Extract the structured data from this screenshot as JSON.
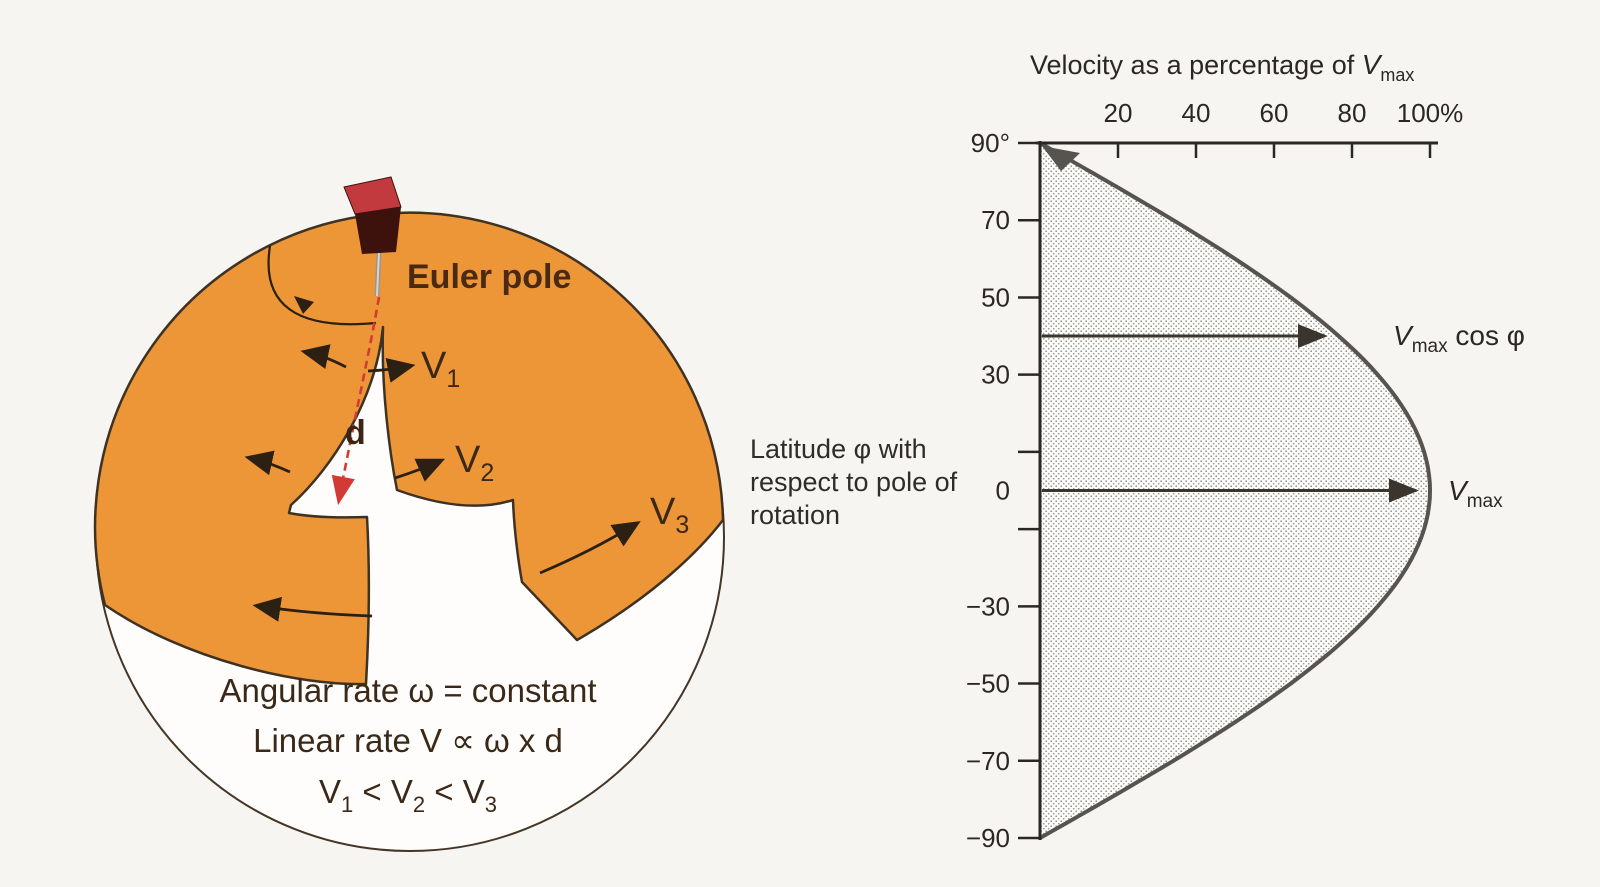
{
  "page": {
    "background": "#f7f5f2"
  },
  "diagram": {
    "euler_pole_label": "Euler pole",
    "d_label": "d",
    "v1": {
      "base": "V",
      "sub": "1"
    },
    "v2": {
      "base": "V",
      "sub": "2"
    },
    "v3": {
      "base": "V",
      "sub": "3"
    },
    "equations": {
      "line1": "Angular rate ω = constant",
      "line2": "Linear rate V ∝ ω x d",
      "line3_parts": [
        "V",
        "1",
        " < V",
        "2",
        " < V",
        "3"
      ]
    },
    "colors": {
      "plate_orange": "#ED9638",
      "outline_brown": "#3f3222",
      "label_brown": "#3b2817",
      "ridge_red": "#d23b35",
      "pin_top_red": "#c23a3e",
      "pin_body_dark": "#3d120d"
    }
  },
  "chart": {
    "title": {
      "prefix": "Velocity as a percentage of ",
      "v": "V",
      "sub": "max"
    },
    "caption_lines": [
      "Latitude φ with",
      "respect to pole of",
      "rotation"
    ],
    "x_ticks": [
      {
        "pct": 20,
        "label": "20"
      },
      {
        "pct": 40,
        "label": "40"
      },
      {
        "pct": 60,
        "label": "60"
      },
      {
        "pct": 80,
        "label": "80"
      },
      {
        "pct": 100,
        "label": "100%"
      }
    ],
    "y_ticks": [
      {
        "lat": 90,
        "label": "90°"
      },
      {
        "lat": 70,
        "label": "70"
      },
      {
        "lat": 50,
        "label": "50"
      },
      {
        "lat": 30,
        "label": "30"
      },
      {
        "lat": 10,
        "label": ""
      },
      {
        "lat": 0,
        "label": "0"
      },
      {
        "lat": -10,
        "label": ""
      },
      {
        "lat": -30,
        "label": "−30"
      },
      {
        "lat": -50,
        "label": "−50"
      },
      {
        "lat": -70,
        "label": "−70"
      },
      {
        "lat": -90,
        "label": "−90"
      }
    ],
    "annotations": [
      {
        "lat": 40,
        "label": {
          "v": "V",
          "sub": "max",
          "rest": " cos φ"
        }
      },
      {
        "lat": 0,
        "label": {
          "v": "V",
          "sub": "max",
          "rest": ""
        }
      }
    ],
    "colors": {
      "axis": "#2b2824",
      "curve": "#57544f",
      "stipple": "#8a8884",
      "arrow": "#3b352e"
    }
  },
  "chart_data": {
    "type": "area",
    "title": "Velocity as a percentage of Vmax",
    "xlabel": "Velocity as a percentage of Vmax",
    "ylabel": "Latitude φ with respect to pole of rotation",
    "xlim": [
      0,
      100
    ],
    "ylim": [
      -90,
      90
    ],
    "x_ticks": [
      20,
      40,
      60,
      80,
      100
    ],
    "y_ticks": [
      90,
      70,
      50,
      30,
      10,
      0,
      -10,
      -30,
      -50,
      -70,
      -90
    ],
    "relation": "velocity_pct = 100 × cos(latitude)",
    "latitude_deg": [
      90,
      70,
      50,
      30,
      10,
      0,
      -10,
      -30,
      -50,
      -70,
      -90
    ],
    "velocity_pct": [
      0,
      34.2,
      64.3,
      86.6,
      98.5,
      100,
      98.5,
      86.6,
      64.3,
      34.2,
      0
    ],
    "annotations": [
      "Vmax cos φ arrow at latitude ≈ 40°",
      "Vmax arrow at latitude 0°"
    ],
    "legend": "none",
    "grid": false
  }
}
